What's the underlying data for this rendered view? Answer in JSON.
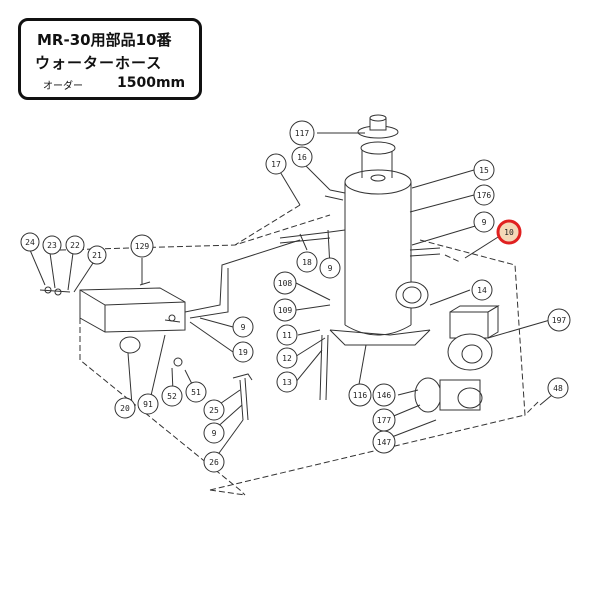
{
  "label": {
    "line1": "MR-30用部品10番",
    "line2": "ウォーターホース",
    "order_label": "オーダー",
    "length": "1500mm"
  },
  "callouts": [
    "117",
    "16",
    "17",
    "15",
    "176",
    "9",
    "10",
    "24",
    "23",
    "22",
    "21",
    "129",
    "9",
    "108",
    "109",
    "11",
    "12",
    "13",
    "14",
    "197",
    "9",
    "19",
    "20",
    "91",
    "52",
    "51",
    "25",
    "9",
    "26",
    "116",
    "146",
    "177",
    "147",
    "48"
  ],
  "highlight": {
    "part": "10",
    "color": "#e02020"
  }
}
